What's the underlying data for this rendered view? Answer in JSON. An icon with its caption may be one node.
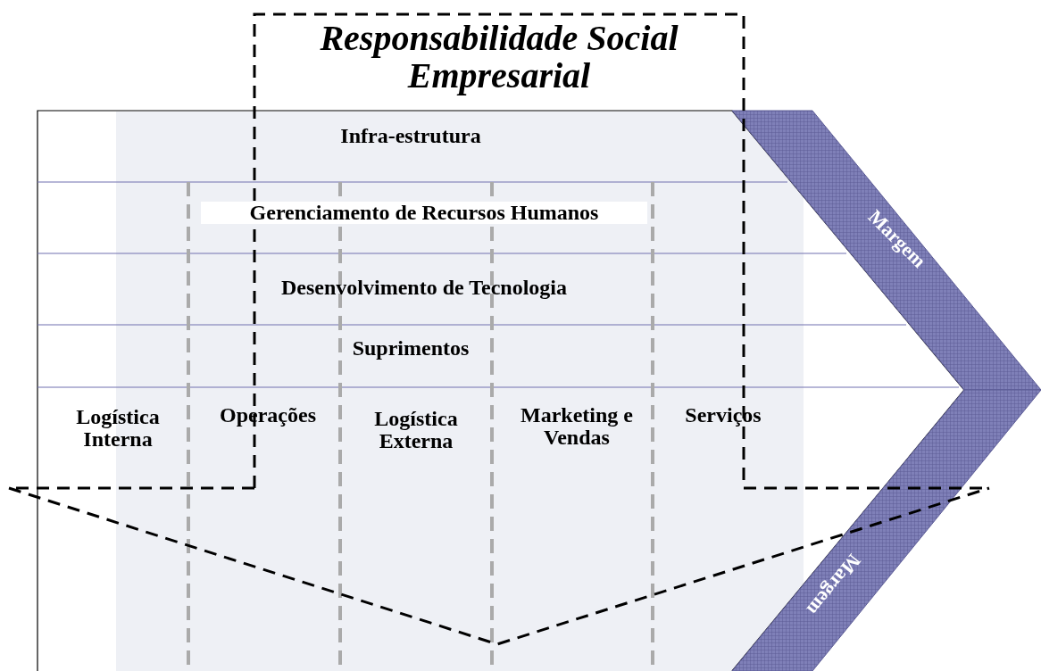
{
  "diagram": {
    "nodes": [
      {
        "text": [
          "Responsabilidade Social Empresarial"
        ]
      },
      {
        "text": [
          "Infra-estrutura"
        ]
      },
      {
        "text": [
          "Gerenciamento de Recursos Humanos"
        ]
      },
      {
        "text": [
          "Desenvolvimento de Tecnologia"
        ]
      },
      {
        "text": [
          "Suprimentos"
        ]
      },
      {
        "text": [
          "Logística Interna"
        ]
      },
      {
        "text": [
          "Operações"
        ]
      },
      {
        "text": [
          "Logística Externa"
        ]
      },
      {
        "text": [
          "Marketing e Vendas"
        ]
      },
      {
        "text": [
          "Serviços"
        ]
      },
      {
        "text": [
          "Margem"
        ]
      },
      {
        "text": [
          "Margem"
        ]
      }
    ]
  }
}
